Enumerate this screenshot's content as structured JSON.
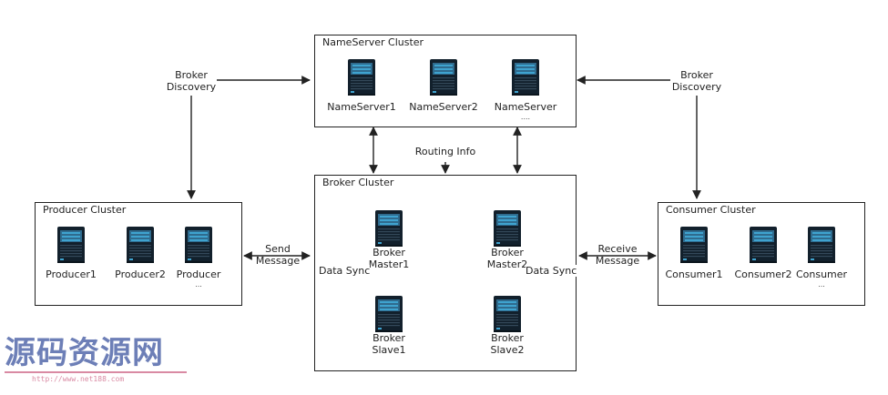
{
  "clusters": {
    "nameserver": {
      "title": "NameServer Cluster",
      "nodes": [
        {
          "label": "NameServer1",
          "sub": ""
        },
        {
          "label": "NameServer2",
          "sub": ""
        },
        {
          "label": "NameServer",
          "sub": "...."
        }
      ]
    },
    "broker": {
      "title": "Broker Cluster",
      "nodes": [
        {
          "line1": "Broker",
          "line2": "Master1"
        },
        {
          "line1": "Broker",
          "line2": "Slave1"
        },
        {
          "line1": "Broker",
          "line2": "Master2"
        },
        {
          "line1": "Broker",
          "line2": "Slave2"
        }
      ]
    },
    "producer": {
      "title": "Producer Cluster",
      "nodes": [
        {
          "label": "Producer1",
          "sub": ""
        },
        {
          "label": "Producer2",
          "sub": ""
        },
        {
          "label": "Producer",
          "sub": "..."
        }
      ]
    },
    "consumer": {
      "title": "Consumer Cluster",
      "nodes": [
        {
          "label": "Consumer1",
          "sub": ""
        },
        {
          "label": "Consumer2",
          "sub": ""
        },
        {
          "label": "Consumer",
          "sub": "..."
        }
      ]
    }
  },
  "edge_labels": {
    "broker_discovery_left": [
      "Broker",
      "Discovery"
    ],
    "broker_discovery_right": [
      "Broker",
      "Discovery"
    ],
    "routing_info": "Routing Info",
    "send_message": [
      "Send",
      "Message"
    ],
    "receive_message": [
      "Receive",
      "Message"
    ],
    "data_sync_left": "Data Sync",
    "data_sync_right": "Data Sync"
  },
  "watermark": {
    "logo": "源码资源网",
    "url": "http://www.net188.com"
  },
  "colors": {
    "server_body": "#12202c",
    "server_panel": "#2f6b8e",
    "server_accent": "#3fa3cf",
    "line": "#222222",
    "watermark_logo": "#6d7fb7",
    "watermark_url": "#d98aa3"
  }
}
